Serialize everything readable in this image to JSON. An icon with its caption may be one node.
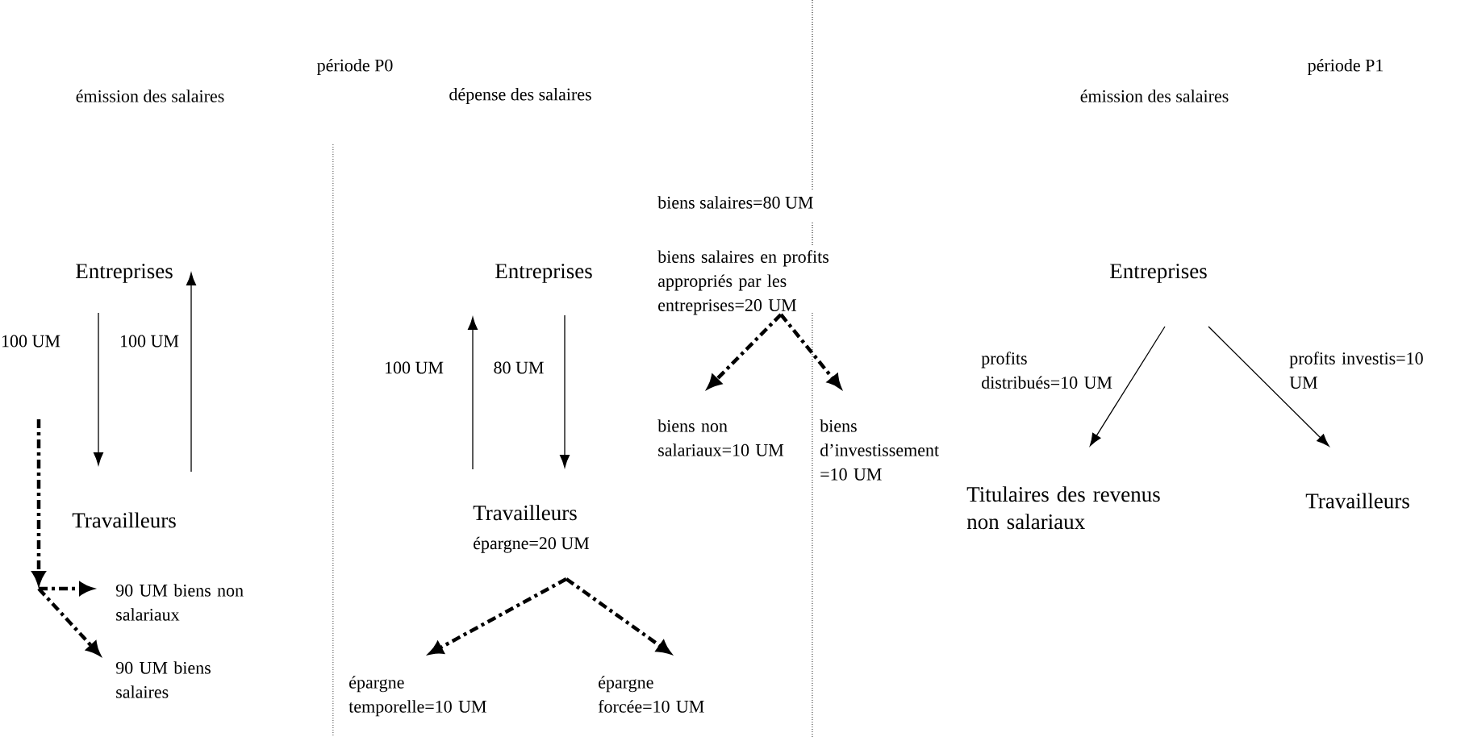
{
  "diagram": {
    "nodes": [
      {
        "text": [
          "Entreprises"
        ]
      },
      {
        "text": [
          "Travailleurs"
        ]
      },
      {
        "text": [
          "90 UM biens non salariaux"
        ]
      },
      {
        "text": [
          "90 UM biens salaires"
        ]
      },
      {
        "text": [
          "Entreprises"
        ]
      },
      {
        "text": [
          "Travailleurs",
          "épargne=20 UM"
        ]
      },
      {
        "text": [
          "épargne temporelle=10 UM"
        ]
      },
      {
        "text": [
          "épargne forcée=10 UM"
        ]
      },
      {
        "text": [
          "biens salaires en profits appropriés par les entreprises=20 UM"
        ]
      },
      {
        "text": [
          "biens non salariaux=10 UM"
        ]
      },
      {
        "text": [
          "biens d’investissement =10 UM"
        ]
      },
      {
        "text": [
          "Entreprises"
        ]
      },
      {
        "text": [
          "Titulaires des revenus non salariaux"
        ]
      },
      {
        "text": [
          "Travailleurs"
        ]
      }
    ],
    "edges": [
      {
        "from": null,
        "to": 2,
        "arrow": "to",
        "style": "dashed"
      },
      {
        "from": null,
        "to": 3,
        "arrow": "to",
        "style": "dashed"
      },
      {
        "from": 0,
        "to": 1,
        "arrow": "to",
        "label": "100 UM"
      },
      {
        "from": 1,
        "to": 0,
        "arrow": "to",
        "label": "100 UM"
      },
      {
        "from": 5,
        "to": 4,
        "arrow": "to",
        "label": "100 UM"
      },
      {
        "from": 4,
        "to": 5,
        "arrow": "to",
        "label": "80 UM"
      },
      {
        "from": 5,
        "to": 6,
        "arrow": "to",
        "style": "dashed"
      },
      {
        "from": 5,
        "to": 7,
        "arrow": "to",
        "style": "dashed"
      },
      {
        "from": 8,
        "to": 9,
        "arrow": "to",
        "style": "dashed"
      },
      {
        "from": 8,
        "to": 10,
        "arrow": "to",
        "style": "dashed"
      },
      {
        "from": 11,
        "to": 12,
        "arrow": "to",
        "label": "profits distribués=10 UM"
      },
      {
        "from": 11,
        "to": 13,
        "arrow": "to",
        "label": "profits investis=10 UM"
      }
    ],
    "labels": [
      "période P0",
      "période P1",
      "émission des salaires",
      "dépense des salaires",
      "émission des salaires",
      "biens salaires=80 UM"
    ]
  }
}
